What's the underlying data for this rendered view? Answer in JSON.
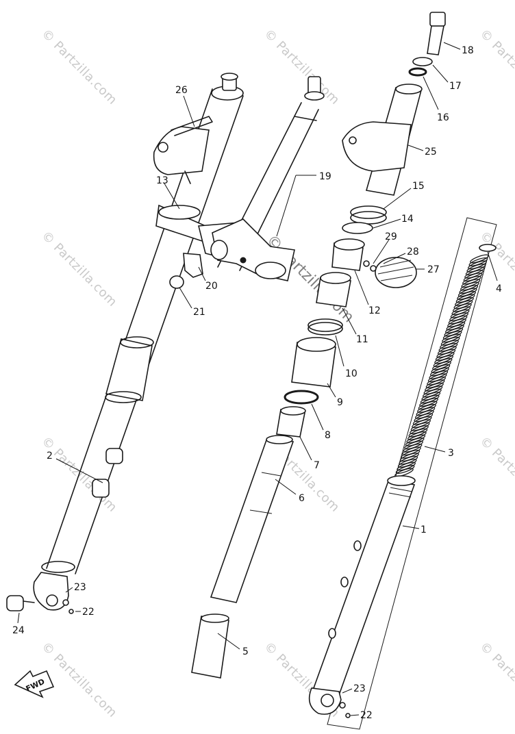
{
  "watermark_text": "© Partzilla.com",
  "center_watermark_text": "© Partzilla.com",
  "fwd_label": "FWD",
  "callouts": {
    "c1": "1",
    "c2": "2",
    "c3": "3",
    "c4": "4",
    "c5": "5",
    "c6": "6",
    "c7": "7",
    "c8": "8",
    "c9": "9",
    "c10": "10",
    "c11": "11",
    "c12": "12",
    "c13": "13",
    "c14": "14",
    "c15": "15",
    "c16": "16",
    "c17": "17",
    "c18": "18",
    "c19": "19",
    "c20": "20",
    "c21": "21",
    "c22a": "22",
    "c22b": "22",
    "c23a": "23",
    "c23b": "23",
    "c24": "24",
    "c25": "25",
    "c26": "26",
    "c27": "27",
    "c28": "28",
    "c29": "29"
  }
}
